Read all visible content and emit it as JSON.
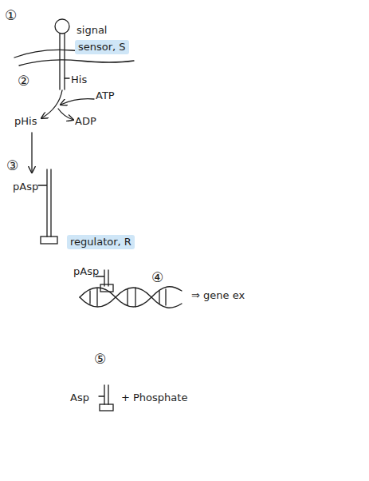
{
  "diagram": {
    "nodes": [
      {
        "text": [
          "sensor, S"
        ]
      },
      {
        "text": [
          "regulator, R"
        ]
      }
    ],
    "labels": [
      "①",
      "signal",
      "His",
      "ATP",
      "②",
      "pHis",
      "ADP",
      "③",
      "pAsp",
      "pAsp",
      "④",
      "⇒ gene ex",
      "⑤",
      "Asp",
      "+ Phosphate"
    ]
  }
}
